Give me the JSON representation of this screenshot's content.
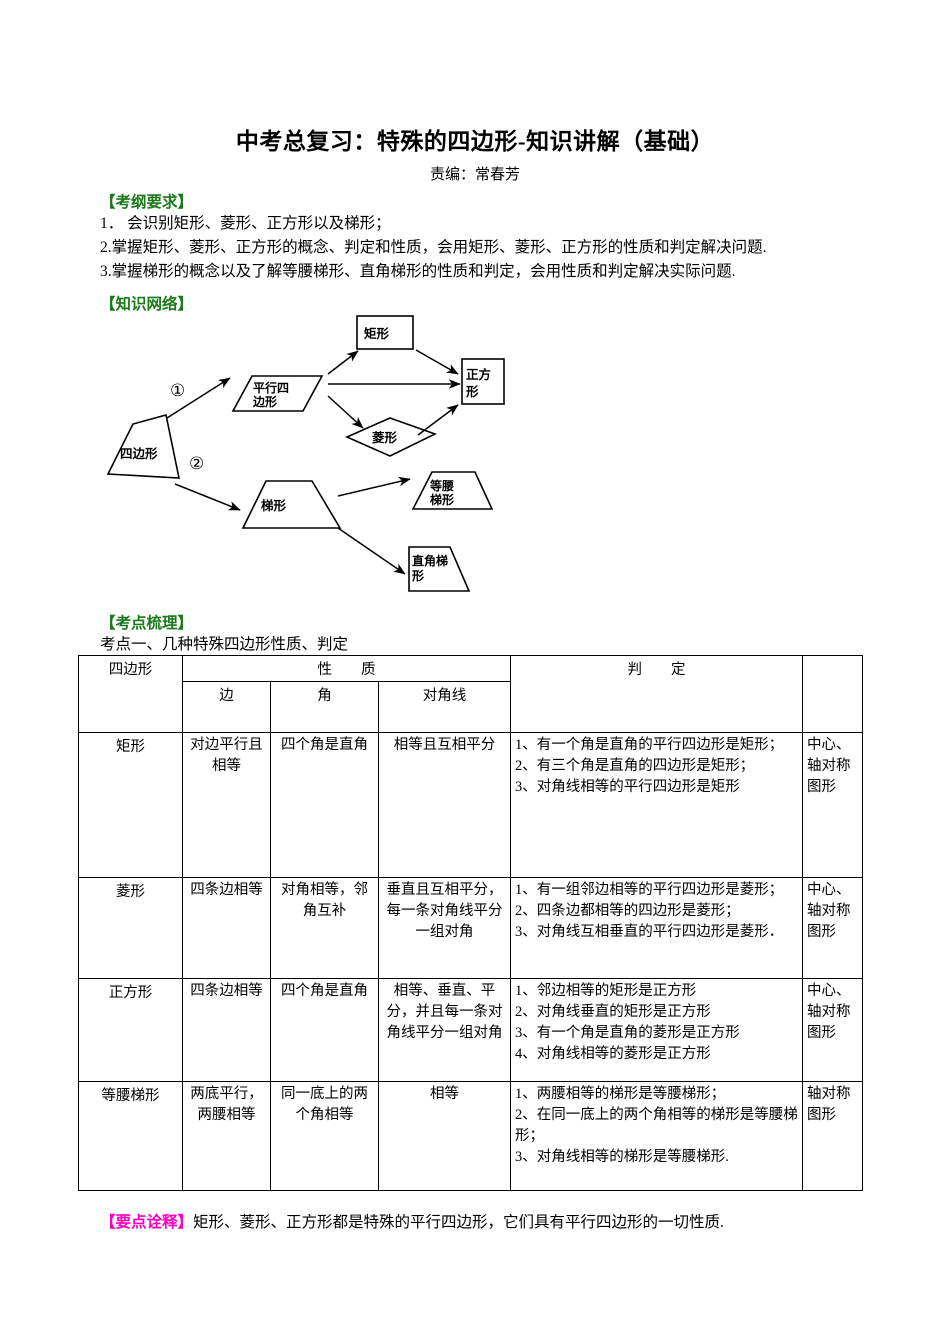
{
  "document": {
    "title": "中考总复习：特殊的四边形-知识讲解（基础）",
    "subtitle": "责编：常春芳"
  },
  "sections": {
    "outline_heading": "【考纲要求】",
    "network_heading": "【知识网络】",
    "points_heading": "【考点梳理】",
    "point_one_title": "考点一、几种特殊四边形性质、判定"
  },
  "requirements": [
    "1． 会识别矩形、菱形、正方形以及梯形；",
    "2.掌握矩形、菱形、正方形的概念、判定和性质，会用矩形、菱形、正方形的性质和判定解决问题.",
    "3.掌握梯形的概念以及了解等腰梯形、直角梯形的性质和判定，会用性质和判定解决实际问题."
  ],
  "diagram": {
    "nodes": {
      "quadrilateral": "四边形",
      "parallelogram_line1": "平行四",
      "parallelogram_line2": "边形",
      "rectangle": "矩形",
      "rhombus": "菱形",
      "square_line1": "正方",
      "square_line2": "形",
      "trapezoid": "梯形",
      "isosceles_line1": "等腰",
      "isosceles_line2": "梯形",
      "right_trap_line1": "直角梯",
      "right_trap_line2": "形"
    },
    "markers": {
      "branch_one": "①",
      "branch_two": "②"
    }
  },
  "table": {
    "headers": {
      "col_shape": "四边形",
      "col_property": "性　　质",
      "col_judgement": "判　　定",
      "sub_side": "边",
      "sub_angle": "角",
      "sub_diagonal": "对角线"
    },
    "rows": [
      {
        "shape": "矩形",
        "side": "对边平行且相等",
        "angle": "四个角是直角",
        "diagonal": "相等且互相平分",
        "judgement": [
          "1、有一个角是直角的平行四边形是矩形；",
          "2、有三个角是直角的四边形是矩形；",
          "3、对角线相等的平行四边形是矩形"
        ],
        "symmetry": "中心、轴对称图形"
      },
      {
        "shape": "菱形",
        "side": "四条边相等",
        "angle": "对角相等，邻角互补",
        "diagonal": "垂直且互相平分，每一条对角线平分一组对角",
        "judgement": [
          "1、有一组邻边相等的平行四边形是菱形；",
          "2、四条边都相等的四边形是菱形；",
          "3、对角线互相垂直的平行四边形是菱形．"
        ],
        "symmetry": "中心、轴对称图形"
      },
      {
        "shape": "正方形",
        "side": "四条边相等",
        "angle": "四个角是直角",
        "diagonal": "相等、垂直、平分，并且每一条对角线平分一组对角",
        "judgement": [
          "1、邻边相等的矩形是正方形",
          "2、对角线垂直的矩形是正方形",
          "3、有一个角是直角的菱形是正方形",
          "4、对角线相等的菱形是正方形"
        ],
        "symmetry": "中心、轴对称图形"
      },
      {
        "shape": "等腰梯形",
        "side": "两底平行，两腰相等",
        "angle": "同一底上的两个角相等",
        "diagonal": "相等",
        "judgement": [
          "1、两腰相等的梯形是等腰梯形；",
          "2、在同一底上的两个角相等的梯形是等腰梯形；",
          "3、对角线相等的梯形是等腰梯形."
        ],
        "symmetry": "轴对称图形"
      }
    ]
  },
  "note": {
    "heading": "【要点诠释】",
    "text": "矩形、菱形、正方形都是特殊的平行四边形，它们具有平行四边形的一切性质."
  },
  "colors": {
    "green_heading": "#1a7a1a",
    "magenta_heading": "#ff00c0",
    "text": "#000000"
  }
}
